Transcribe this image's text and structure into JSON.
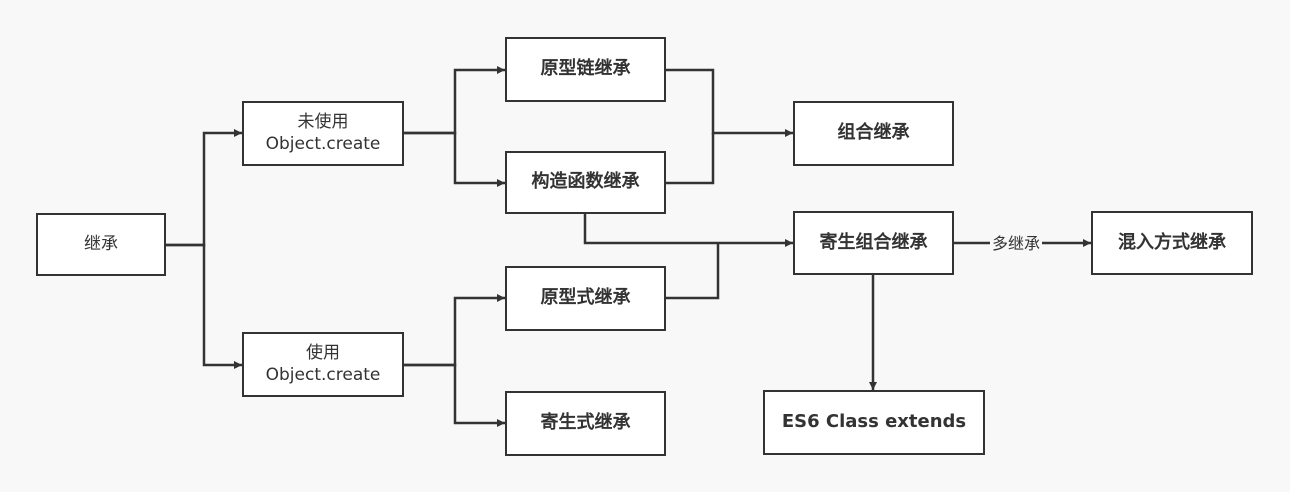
{
  "nodes": {
    "inherit": "继承",
    "no_object_create": "未使用\nObject.create",
    "use_object_create": "使用\nObject.create",
    "prototype_chain": "原型链继承",
    "constructor": "构造函数继承",
    "prototypal": "原型式继承",
    "parasitic": "寄生式继承",
    "combination": "组合继承",
    "parasitic_combination": "寄生组合继承",
    "mixin": "混入方式继承",
    "es6_class": "ES6 Class extends"
  },
  "edge_labels": {
    "multiple_inheritance": "多继承"
  },
  "colors": {
    "background": "#f8f8f8",
    "node_fill": "#ffffff",
    "stroke": "#333333"
  }
}
